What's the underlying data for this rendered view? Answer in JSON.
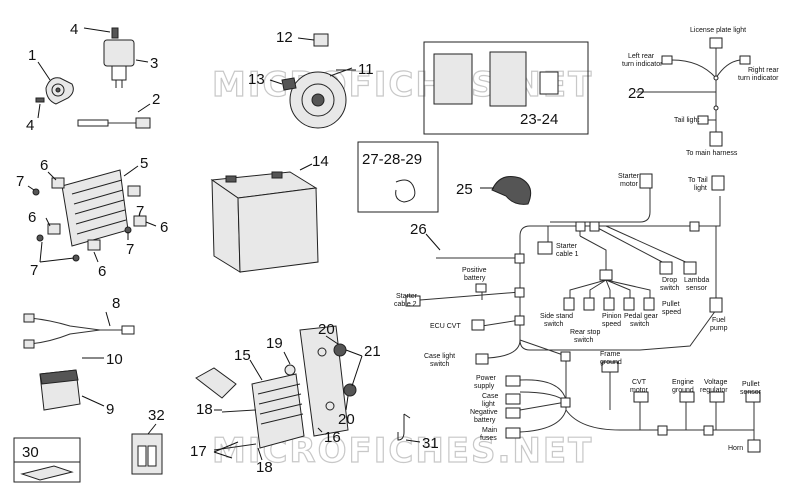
{
  "watermark": "MICROFICHES.NET",
  "callouts": {
    "c1": "1",
    "c2": "2",
    "c3": "3",
    "c4a": "4",
    "c4b": "4",
    "c5": "5",
    "c6a": "6",
    "c6b": "6",
    "c6c": "6",
    "c6d": "6",
    "c7a": "7",
    "c7b": "7",
    "c7c": "7",
    "c7d": "7",
    "c8": "8",
    "c9": "9",
    "c10": "10",
    "c11": "11",
    "c12": "12",
    "c13": "13",
    "c14": "14",
    "c15": "15",
    "c16": "16",
    "c17": "17",
    "c18a": "18",
    "c18b": "18",
    "c19": "19",
    "c20a": "20",
    "c20b": "20",
    "c21": "21",
    "c22": "22",
    "c23_24": "23-24",
    "c25": "25",
    "c26": "26",
    "c27_29": "27-28-29",
    "c30": "30",
    "c31": "31",
    "c32": "32"
  },
  "labels": {
    "license_plate_light": "License plate light",
    "left_rear_1": "Left rear",
    "left_rear_2": "turn indicator",
    "right_rear_1": "Right rear",
    "right_rear_2": "turn indicator",
    "tail_light": "Tail light",
    "to_main_harness": "To main harness",
    "starter_motor_1": "Starter",
    "starter_motor_2": "motor",
    "to_tail_light_1": "To Tail",
    "to_tail_light_2": "light",
    "starter_cable1_1": "Starter",
    "starter_cable1_2": "cable 1",
    "positive_battery_1": "Positive",
    "positive_battery_2": "battery",
    "starter_cable2_1": "Starter",
    "starter_cable2_2": "cable 2",
    "ecu_cvt": "ECU CVT",
    "drop_switch_1": "Drop",
    "drop_switch_2": "switch",
    "lambda_sensor_1": "Lambda",
    "lambda_sensor_2": "sensor",
    "side_stand_1": "Side stand",
    "side_stand_2": "switch",
    "pinion_speed_1": "Pinion",
    "pinion_speed_2": "speed",
    "pedal_gear_1": "Pedal gear",
    "pedal_gear_2": "switch",
    "pullet_speed_1": "Pullet",
    "pullet_speed_2": "speed",
    "rear_stop_1": "Rear stop",
    "rear_stop_2": "switch",
    "fuel_pump_1": "Fuel",
    "fuel_pump_2": "pump",
    "case_light_1": "Case light",
    "case_light_2": "switch",
    "frame_ground_1": "Frame",
    "frame_ground_2": "ground",
    "power_supply_1": "Power",
    "power_supply_2": "supply",
    "case_light2_1": "Case",
    "case_light2_2": "light",
    "neg_battery_1": "Negative",
    "neg_battery_2": "battery",
    "main_fuses_1": "Main",
    "main_fuses_2": "fuses",
    "cvt_motor_1": "CVT",
    "cvt_motor_2": "motor",
    "engine_ground_1": "Engine",
    "engine_ground_2": "ground",
    "voltage_reg_1": "Voltage",
    "voltage_reg_2": "regulator",
    "pullet_sensor_1": "Pullet",
    "pullet_sensor_2": "sensor",
    "horn": "Horn"
  }
}
